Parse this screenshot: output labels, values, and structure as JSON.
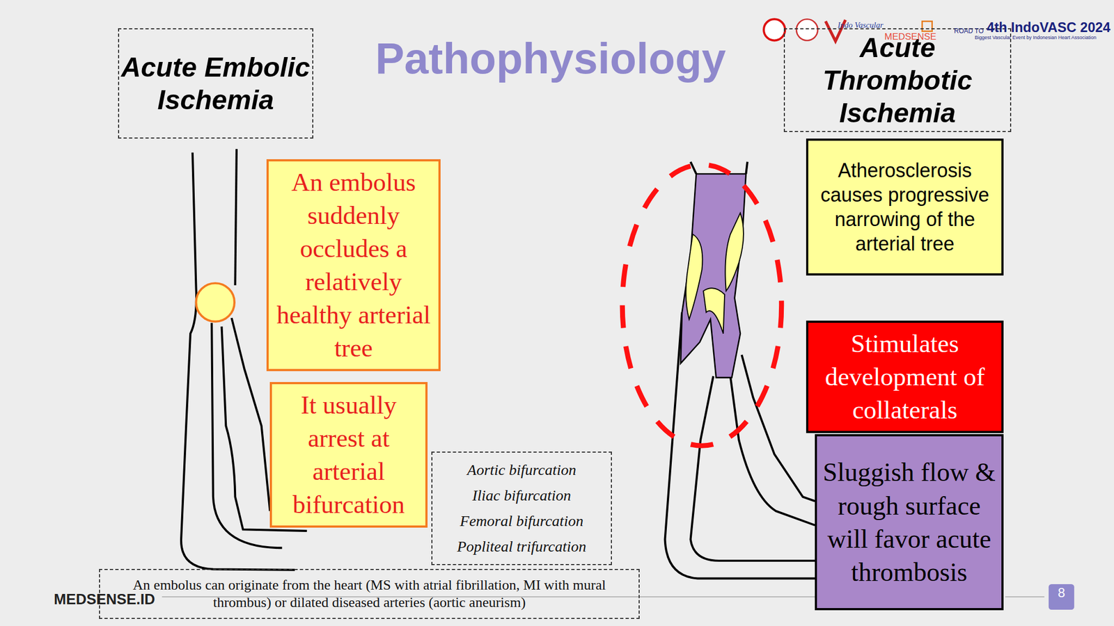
{
  "diagram": {
    "title": "Pathophysiology",
    "nodes": [
      {
        "text": [
          "Acute Embolic Ischemia"
        ]
      },
      {
        "text": [
          "An embolus suddenly occludes a relatively healthy arterial tree"
        ]
      },
      {
        "text": [
          "It usually arrest at arterial bifurcation"
        ]
      },
      {
        "text": [
          "Aortic bifurcation",
          "Iliac bifurcation",
          "Femoral bifurcation",
          "Popliteal trifurcation"
        ]
      },
      {
        "text": [
          "An embolus can originate from the heart (MS with atrial fibrillation, MI with mural thrombus) or dilated diseased arteries (aortic aneurism)"
        ]
      },
      {
        "text": [
          "Acute Thrombotic Ischemia"
        ]
      },
      {
        "text": [
          "Atherosclerosis causes progressive narrowing of the arterial tree"
        ]
      },
      {
        "text": [
          "Stimulates development of collaterals"
        ]
      },
      {
        "text": [
          "Sluggish flow & rough surface will favor acute thrombosis"
        ]
      }
    ],
    "labels": [
      "Indo Vascular",
      "MEDSENSE",
      "ROAD TO",
      "4th IndoVASC 2024",
      "Biggest Vascular Event by Indonesian Heart Association",
      "MEDSENSE.ID",
      "8"
    ]
  }
}
